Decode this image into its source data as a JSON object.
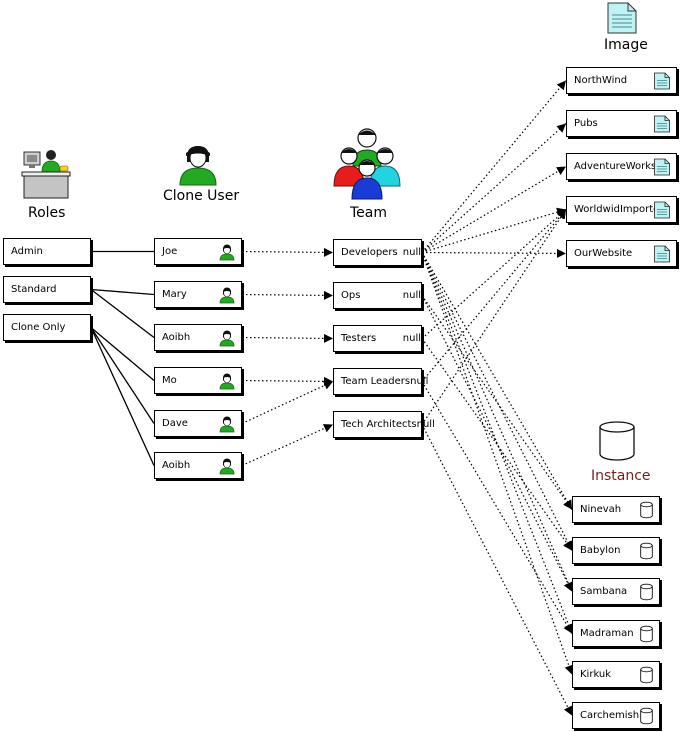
{
  "headings": {
    "roles": "Roles",
    "clone_user": "Clone User",
    "team": "Team",
    "image": "Image",
    "instance": "Instance"
  },
  "roles": [
    "Admin",
    "Standard",
    "Clone Only"
  ],
  "users": [
    "Joe",
    "Mary",
    "Aoibh",
    "Mo",
    "Dave",
    "Aoibh"
  ],
  "teams": [
    "Developers",
    "Ops",
    "Testers",
    "Team Leaders",
    "Tech Architects"
  ],
  "images": [
    "NorthWind",
    "Pubs",
    "AdventureWorks",
    "WorldwidImporters",
    "OurWebsite"
  ],
  "instances": [
    "Ninevah",
    "Babylon",
    "Sambana",
    "Madraman",
    "Kirkuk",
    "Carchemish"
  ],
  "icons": {
    "roles": "admin-desk-icon",
    "clone_user": "person-icon",
    "team": "team-icon",
    "image": "document-icon",
    "instance": "database-cylinder-icon",
    "user_row": "small-person-icon",
    "image_row": "small-document-icon",
    "instance_row": "small-database-icon"
  },
  "colors": {
    "person_green": "#22aa22",
    "image_cyan": "#bff2f2",
    "team_red": "#e81c1c",
    "team_blue": "#1a3bd6",
    "team_cyan": "#22d4e0"
  }
}
